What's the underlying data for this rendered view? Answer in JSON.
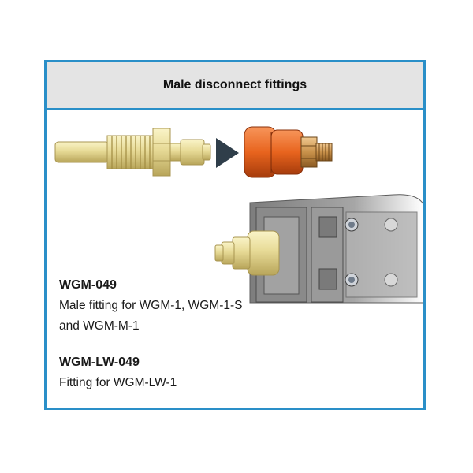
{
  "header": {
    "title": "Male disconnect fittings"
  },
  "items": [
    {
      "code": "WGM-049",
      "description": "Male fitting for WGM-1, WGM-1-S and WGM-M-1"
    },
    {
      "code": "WGM-LW-049",
      "description": "Fitting for WGM-LW-1"
    }
  ],
  "colors": {
    "border": "#2a8fc8",
    "header_bg": "#e4e4e4",
    "brass": "#e8dc9a",
    "orange": "#e8641e",
    "arrow": "#2f3e4a"
  },
  "icons": [
    "brass-male-fitting-icon",
    "arrow-right-icon",
    "orange-fitting-icon",
    "gripper-assembly-icon"
  ]
}
